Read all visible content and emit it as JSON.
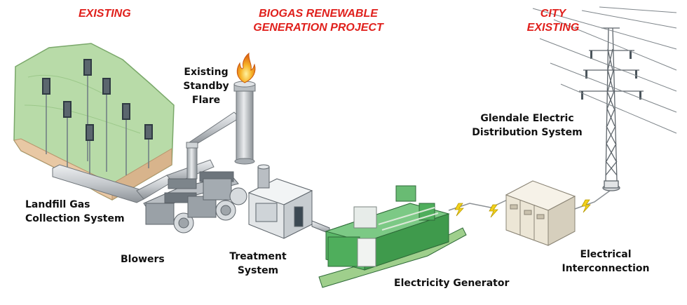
{
  "headers": {
    "existing": "EXISTING",
    "project_line1": "BIOGAS RENEWABLE",
    "project_line2": "GENERATION PROJECT",
    "city_line1": "CITY",
    "city_line2": "EXISTING"
  },
  "labels": {
    "flare": [
      "Existing",
      "Standby",
      "Flare"
    ],
    "landfill": [
      "Landfill Gas",
      "Collection System"
    ],
    "blowers": "Blowers",
    "treatment": [
      "Treatment",
      "System"
    ],
    "generator": "Electricity Generator",
    "distribution": [
      "Glendale Electric",
      "Distribution System"
    ],
    "interconnection": [
      "Electrical",
      "Interconnection"
    ]
  },
  "colors": {
    "header_red": "#e0201c",
    "landfill_green": "#b8dba8",
    "landfill_soil": "#e8c8a4",
    "pipe_gray": "#c9cdd1",
    "generator_green": "#4fae5c",
    "cabinet_beige": "#ece6d6",
    "flame_orange": "#f29a1c"
  }
}
